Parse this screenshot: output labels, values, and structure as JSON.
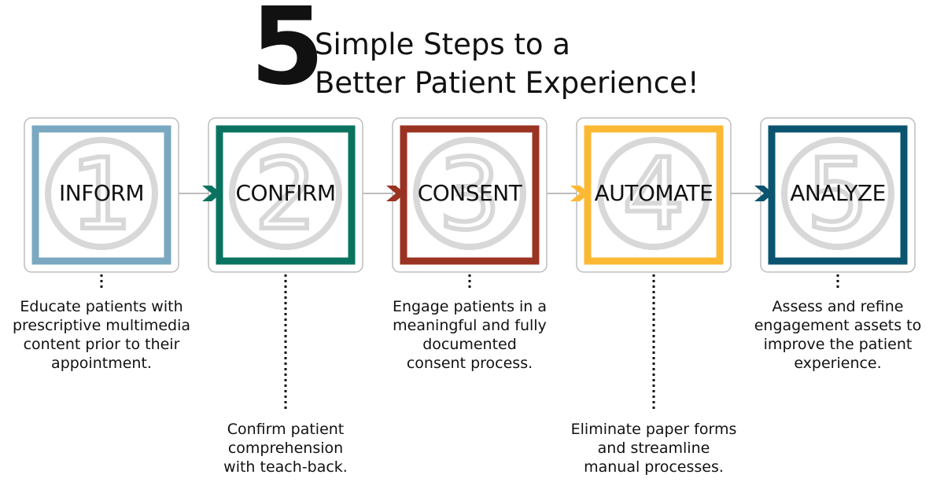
{
  "title": {
    "number": "5",
    "line1": "Simple Steps to a",
    "line2": "Better Patient Experience!"
  },
  "steps": [
    {
      "number": "1",
      "label": "INFORM",
      "color": "#7aa8c0",
      "description": [
        "Educate patients with",
        "prescriptive multimedia",
        "content prior to their",
        "appointment."
      ]
    },
    {
      "number": "2",
      "label": "CONFIRM",
      "color": "#0a7360",
      "description": [
        "Confirm patient",
        "comprehension",
        "with teach-back."
      ]
    },
    {
      "number": "3",
      "label": "CONSENT",
      "color": "#9a3322",
      "description": [
        "Engage patients in a",
        "meaningful and fully",
        "documented",
        "consent process."
      ]
    },
    {
      "number": "4",
      "label": "AUTOMATE",
      "color": "#fbb933",
      "description": [
        "Eliminate paper forms",
        "and streamline",
        "manual processes."
      ]
    },
    {
      "number": "5",
      "label": "ANALYZE",
      "color": "#0b5470",
      "description": [
        "Assess and refine",
        "engagement assets to",
        "improve the patient",
        "experience."
      ]
    }
  ],
  "colors": {
    "ghost_numeral": "#d8d8d8",
    "outer_frame": "#bdbdbd",
    "connector": "#bdbdbd",
    "text": "#111111"
  }
}
